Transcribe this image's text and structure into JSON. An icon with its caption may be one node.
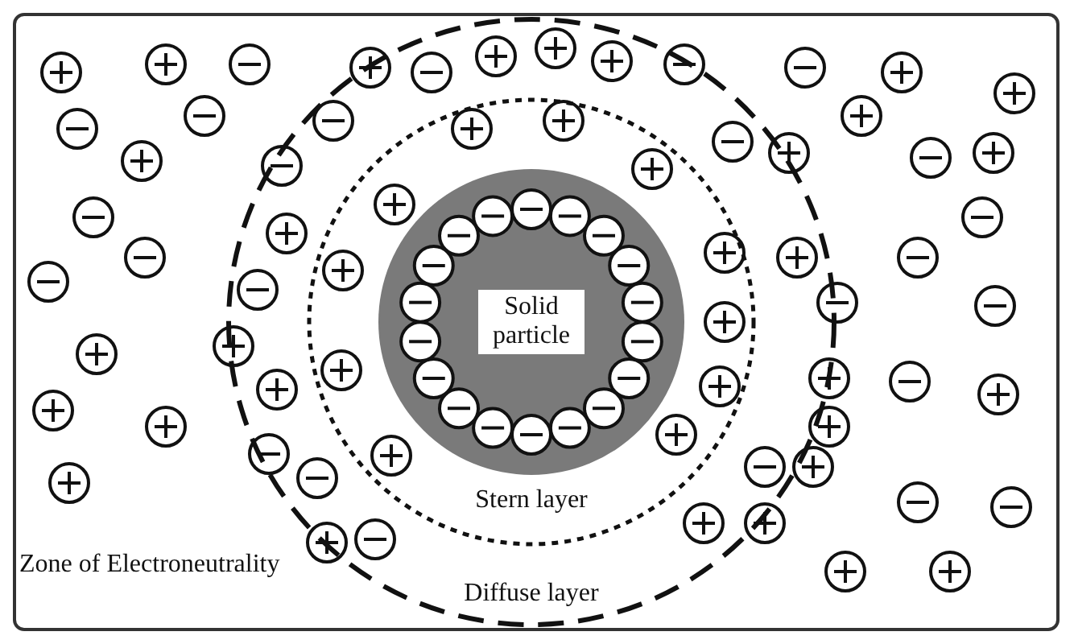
{
  "diagram": {
    "nodes": [
      {
        "text": [
          "Zone of Electroneutrality"
        ]
      },
      {
        "text": [
          "Diffuse layer"
        ],
        "in": 0
      },
      {
        "text": [
          "Stern layer"
        ],
        "in": 1
      },
      {
        "text": [
          "Solid particle"
        ],
        "in": 2
      }
    ]
  }
}
